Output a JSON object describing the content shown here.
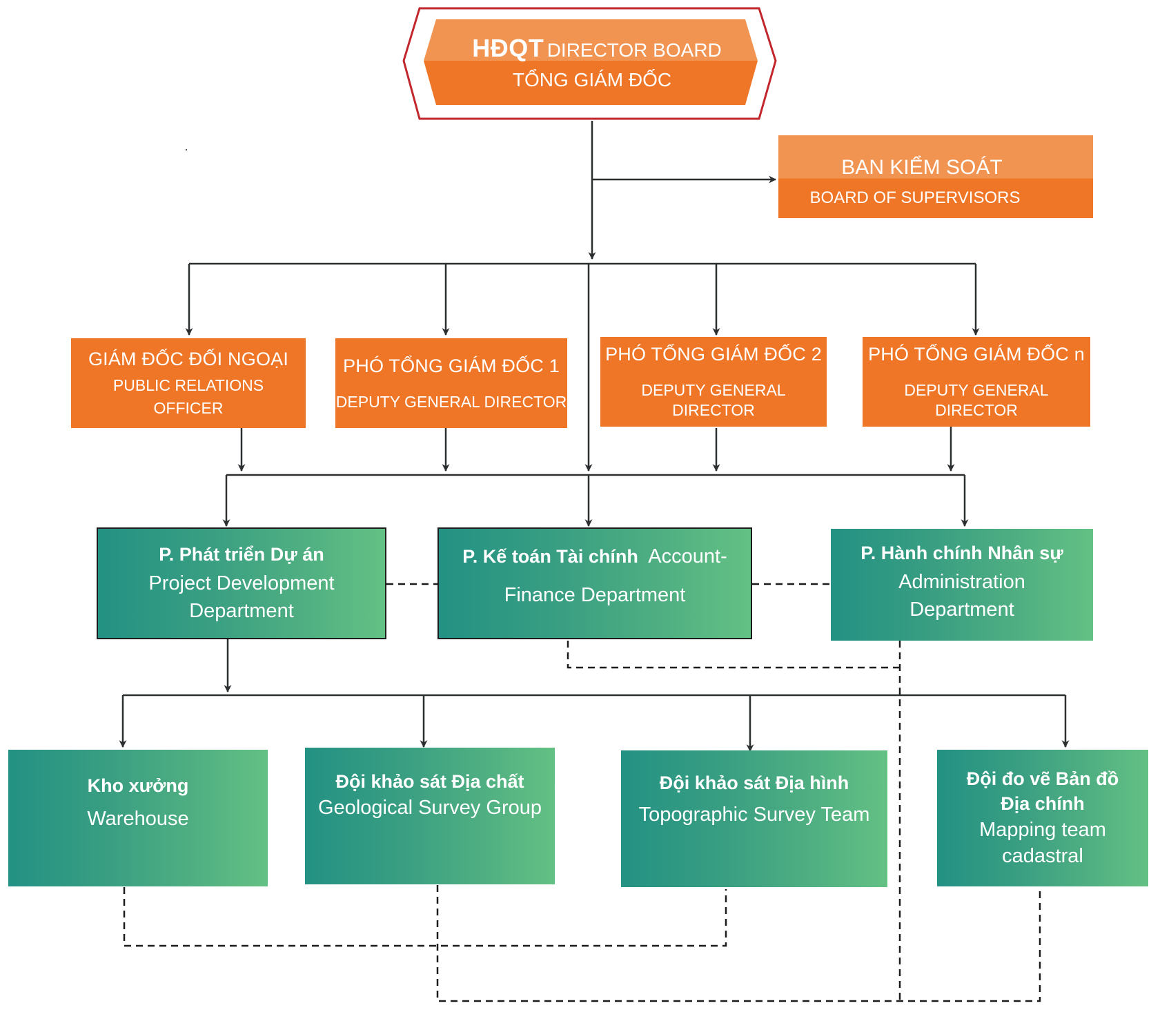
{
  "colors": {
    "orange": "#ef7627",
    "orange_light": "#f29451",
    "hexagon_border": "#c1272d",
    "green_start": "#239183",
    "green_end": "#63c184",
    "connector": "#2b2f30"
  },
  "top": {
    "abbrev": "HĐQT",
    "title": "DIRECTOR BOARD",
    "subtitle": "TỔNG GIÁM ĐỐC"
  },
  "supervisors": {
    "title": "BAN KIỂM SOÁT",
    "subtitle": "BOARD OF SUPERVISORS"
  },
  "directors": [
    {
      "title": "GIÁM ĐỐC ĐỐI NGOẠI",
      "subtitle_line1": "PUBLIC RELATIONS",
      "subtitle_line2": "OFFICER"
    },
    {
      "title": "PHÓ TỔNG GIÁM ĐỐC 1",
      "subtitle_line1": "DEPUTY GENERAL DIRECTOR"
    },
    {
      "title": "PHÓ TỔNG GIÁM ĐỐC 2",
      "subtitle_line1": "DEPUTY GENERAL DIRECTOR"
    },
    {
      "title": "PHÓ TỔNG GIÁM ĐỐC n",
      "subtitle_line1": "DEPUTY GENERAL DIRECTOR"
    }
  ],
  "departments": [
    {
      "vi": "P. Phát triển Dự án",
      "en_line1": "Project Development",
      "en_line2": "Department"
    },
    {
      "vi": "P. Kế toán Tài chính",
      "en_inline": "Account-",
      "en_line2": "Finance Department"
    },
    {
      "vi": "P. Hành chính Nhân sự",
      "en_line1": "Administration",
      "en_line2": "Department"
    }
  ],
  "teams": [
    {
      "vi": "Kho xưởng",
      "en_line1": "Warehouse"
    },
    {
      "vi": "Đội khảo sát Địa chất",
      "en_line1": "Geological Survey Group"
    },
    {
      "vi": "Đội khảo sát Địa hình",
      "en_line1": "Topographic Survey Team"
    },
    {
      "vi_line1": "Đội đo vẽ Bản đồ",
      "vi_line2": "Địa chính",
      "en_line1": "Mapping team",
      "en_line2": "cadastral"
    }
  ]
}
